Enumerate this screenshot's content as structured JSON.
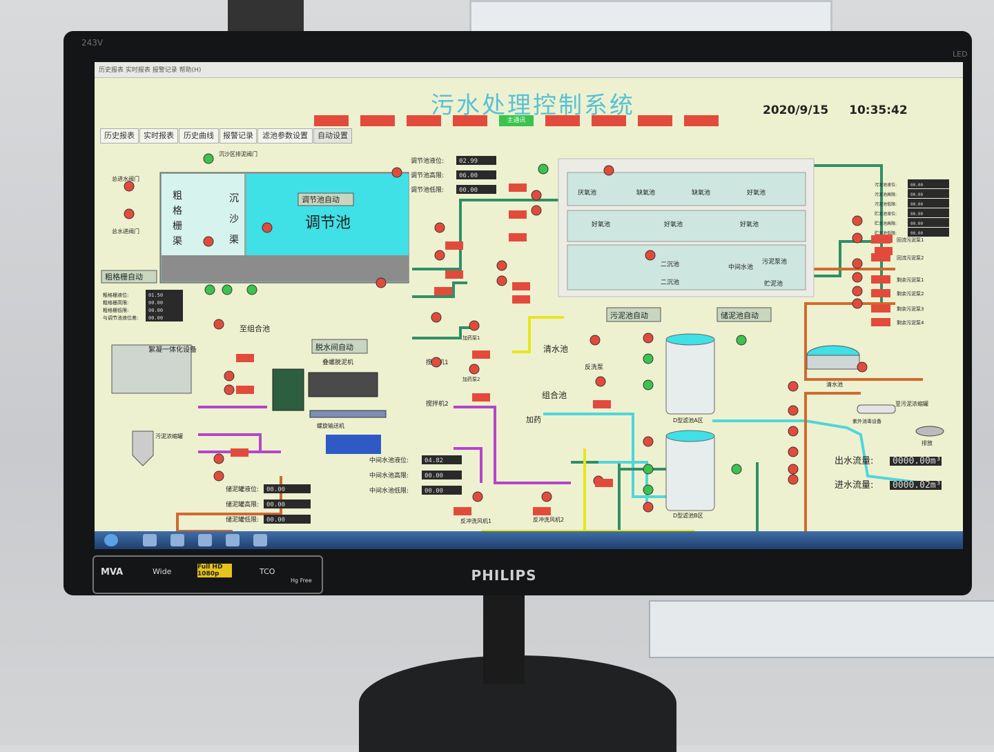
{
  "monitor": {
    "model": "243V",
    "led": "LED",
    "brand": "PHILIPS",
    "badges": [
      "MVA",
      "Wide",
      "Full HD 1080p",
      "TCO",
      "Hg Free"
    ]
  },
  "window": {
    "menu": "历史报表  实时报表  报警记录  帮助(H)",
    "title": "污水处理控制系统",
    "date": "2020/9/15",
    "time": "10:35:42",
    "alarm_buttons": [
      {
        "label": "",
        "state": "alarm"
      },
      {
        "label": "",
        "state": "alarm"
      },
      {
        "label": "",
        "state": "alarm"
      },
      {
        "label": "",
        "state": "alarm"
      },
      {
        "label": "主通讯",
        "state": "ok"
      },
      {
        "label": "",
        "state": "alarm"
      },
      {
        "label": "",
        "state": "alarm"
      },
      {
        "label": "",
        "state": "alarm"
      },
      {
        "label": "",
        "state": "alarm"
      }
    ],
    "tabs": [
      "历史报表",
      "实时报表",
      "历史曲线",
      "报警记录",
      "滤池参数设置",
      "自动设置"
    ]
  },
  "colors": {
    "screen_bg": "#eef1d0",
    "pipe_green": "#2f8f68",
    "pipe_cyan": "#4fd6dc",
    "pipe_purple": "#b445c9",
    "pipe_orange": "#d06a2e",
    "pipe_yellow": "#e7e61b",
    "alarm_red": "#e24b3b",
    "ok_green": "#3bc24f",
    "tank_cyan": "#3fe0e6"
  },
  "hmi": {
    "grate_tank": {
      "labels": [
        "粗",
        "格",
        "栅",
        "渠"
      ],
      "sand_labels": [
        "沉",
        "沙",
        "渠"
      ],
      "auto_btn": "粗格栅自动",
      "inlet_valve": "总进水阀门",
      "outlet_valve": "总水进阀门",
      "top_valve": "沉沙区排泥阀门"
    },
    "regulating_tank": {
      "name": "调节池",
      "auto_btn": "调节池自动"
    },
    "reg_readouts": [
      {
        "label": "调节池液位:",
        "value": "02.99"
      },
      {
        "label": "调节池高限:",
        "value": "06.00"
      },
      {
        "label": "调节池低限:",
        "value": "00.00"
      }
    ],
    "grate_readouts": [
      {
        "label": "粗格栅液位:",
        "value": "01.50"
      },
      {
        "label": "粗格栅高限:",
        "value": "00.00"
      },
      {
        "label": "粗格栅低限:",
        "value": "00.00"
      },
      {
        "label": "与调节池液位差:",
        "value": "00.00"
      }
    ],
    "bio_tank": {
      "cells_top": [
        "厌氧池",
        "缺氧池",
        "缺氧池",
        "好氧池"
      ],
      "cells_mid": [
        "好氧池",
        "好氧池",
        "好氧池"
      ],
      "cells_bot": [
        "二沉池",
        "二沉池",
        "中间水池",
        "污泥泵池",
        "贮泥池"
      ]
    },
    "sludge_auto": "污泥池自动",
    "storage_auto": "储泥池自动",
    "right_readouts": [
      {
        "label": "污泥池液位:",
        "value": "00.00"
      },
      {
        "label": "污泥池高限:",
        "value": "00.00"
      },
      {
        "label": "污泥池低限:",
        "value": "00.00"
      },
      {
        "label": "贮泥池液位:",
        "value": "00.00"
      },
      {
        "label": "贮泥池高限:",
        "value": "00.00"
      },
      {
        "label": "贮泥池低限:",
        "value": "00.00"
      }
    ],
    "right_pumps": [
      "回流污泥泵1",
      "回流污泥泵2",
      "剩余污泥泵1",
      "剩余污泥泵2",
      "剩余污泥泵3",
      "剩余污泥泵4"
    ],
    "bottom_right_pipe": "至污泥浓缩罐",
    "dewatering_auto": "脱水间自动",
    "dewatering": {
      "machine": "叠螺脱泥机",
      "conveyor": "螺旋输送机",
      "pac_device": "絮凝一体化设备",
      "to_tank": "至组合池",
      "hopper": "污泥浓缩罐"
    },
    "dosing": {
      "mixer1": "搅拌机1",
      "mixer2": "搅拌机2",
      "pump1": "加药泵1",
      "pump2": "加药泵2",
      "label": "加药"
    },
    "filters": {
      "clear_tank": "清水池",
      "combo_tank": "组合池",
      "a_label": "D型滤池A区",
      "b_label": "D型滤池B区",
      "lift_pump": "反洗泵",
      "backwash_fan1": "反冲洗风机1",
      "backwash_fan2": "反冲洗风机2"
    },
    "outlet": {
      "clear_water": "清水池",
      "uv": "紫外消毒设备",
      "drain": "排放"
    },
    "mid_readouts": [
      {
        "label": "中间水池液位:",
        "value": "04.82"
      },
      {
        "label": "中间水池高限:",
        "value": "00.00"
      },
      {
        "label": "中间水池低限:",
        "value": "00.00"
      }
    ],
    "storage_readouts": [
      {
        "label": "储泥罐液位:",
        "value": "00.00"
      },
      {
        "label": "储泥罐高限:",
        "value": "00.00"
      },
      {
        "label": "储泥罐低限:",
        "value": "00.00"
      }
    ],
    "flows": [
      {
        "label": "出水流量:",
        "value": "0000.00m³"
      },
      {
        "label": "进水流量:",
        "value": "0000.02m³"
      }
    ]
  }
}
